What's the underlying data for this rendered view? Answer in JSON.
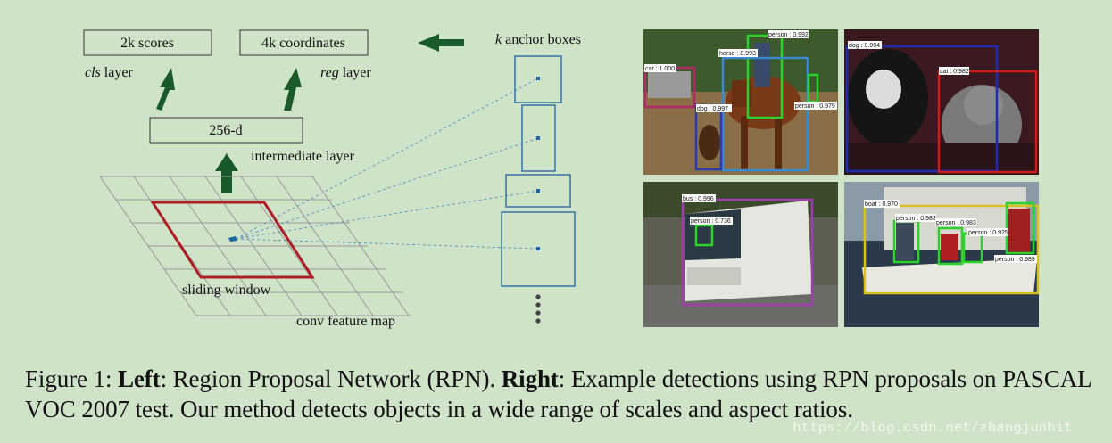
{
  "rpn": {
    "scores": "2k scores",
    "coords": "4k coordinates",
    "cls_layer_italic": "cls",
    "cls_layer_rest": " layer",
    "reg_layer_italic": "reg",
    "reg_layer_rest": " layer",
    "d256": "256-d",
    "intermediate": "intermediate layer",
    "sliding": "sliding window",
    "convmap": "conv feature map",
    "anchor_k": "k",
    "anchor_rest": " anchor boxes"
  },
  "detections": [
    {
      "scene": "horse-field",
      "labels": [
        "car : 1.000",
        "person : 0.992",
        "horse : 0.993",
        "dog : 0.997",
        "person : 0.979"
      ]
    },
    {
      "scene": "dog-cat",
      "labels": [
        "dog : 0.994",
        "cat : 0.982"
      ]
    },
    {
      "scene": "bus-road",
      "labels": [
        "bus : 0.996",
        "person : 0.736"
      ]
    },
    {
      "scene": "sailboat",
      "labels": [
        "boat : 0.970",
        "person : 0.983",
        "person : 0.983",
        "person : 0.925",
        "person : 0.989"
      ]
    }
  ],
  "caption": {
    "fig_label": "Figure 1: ",
    "left_bold": "Left",
    "left_text": ": Region Proposal Network (RPN). ",
    "right_bold": "Right",
    "right_text": ": Example detections using RPN proposals on PASCAL VOC 2007 test. Our method detects objects in a wide range of scales and aspect ratios."
  },
  "watermark": "https://blog.csdn.net/zhangjunhit",
  "colors": {
    "background": "#cfe3c9",
    "arrow": "#1a5a2a",
    "sliding_window": "#b01c24",
    "anchor_box": "#1e62a0"
  }
}
